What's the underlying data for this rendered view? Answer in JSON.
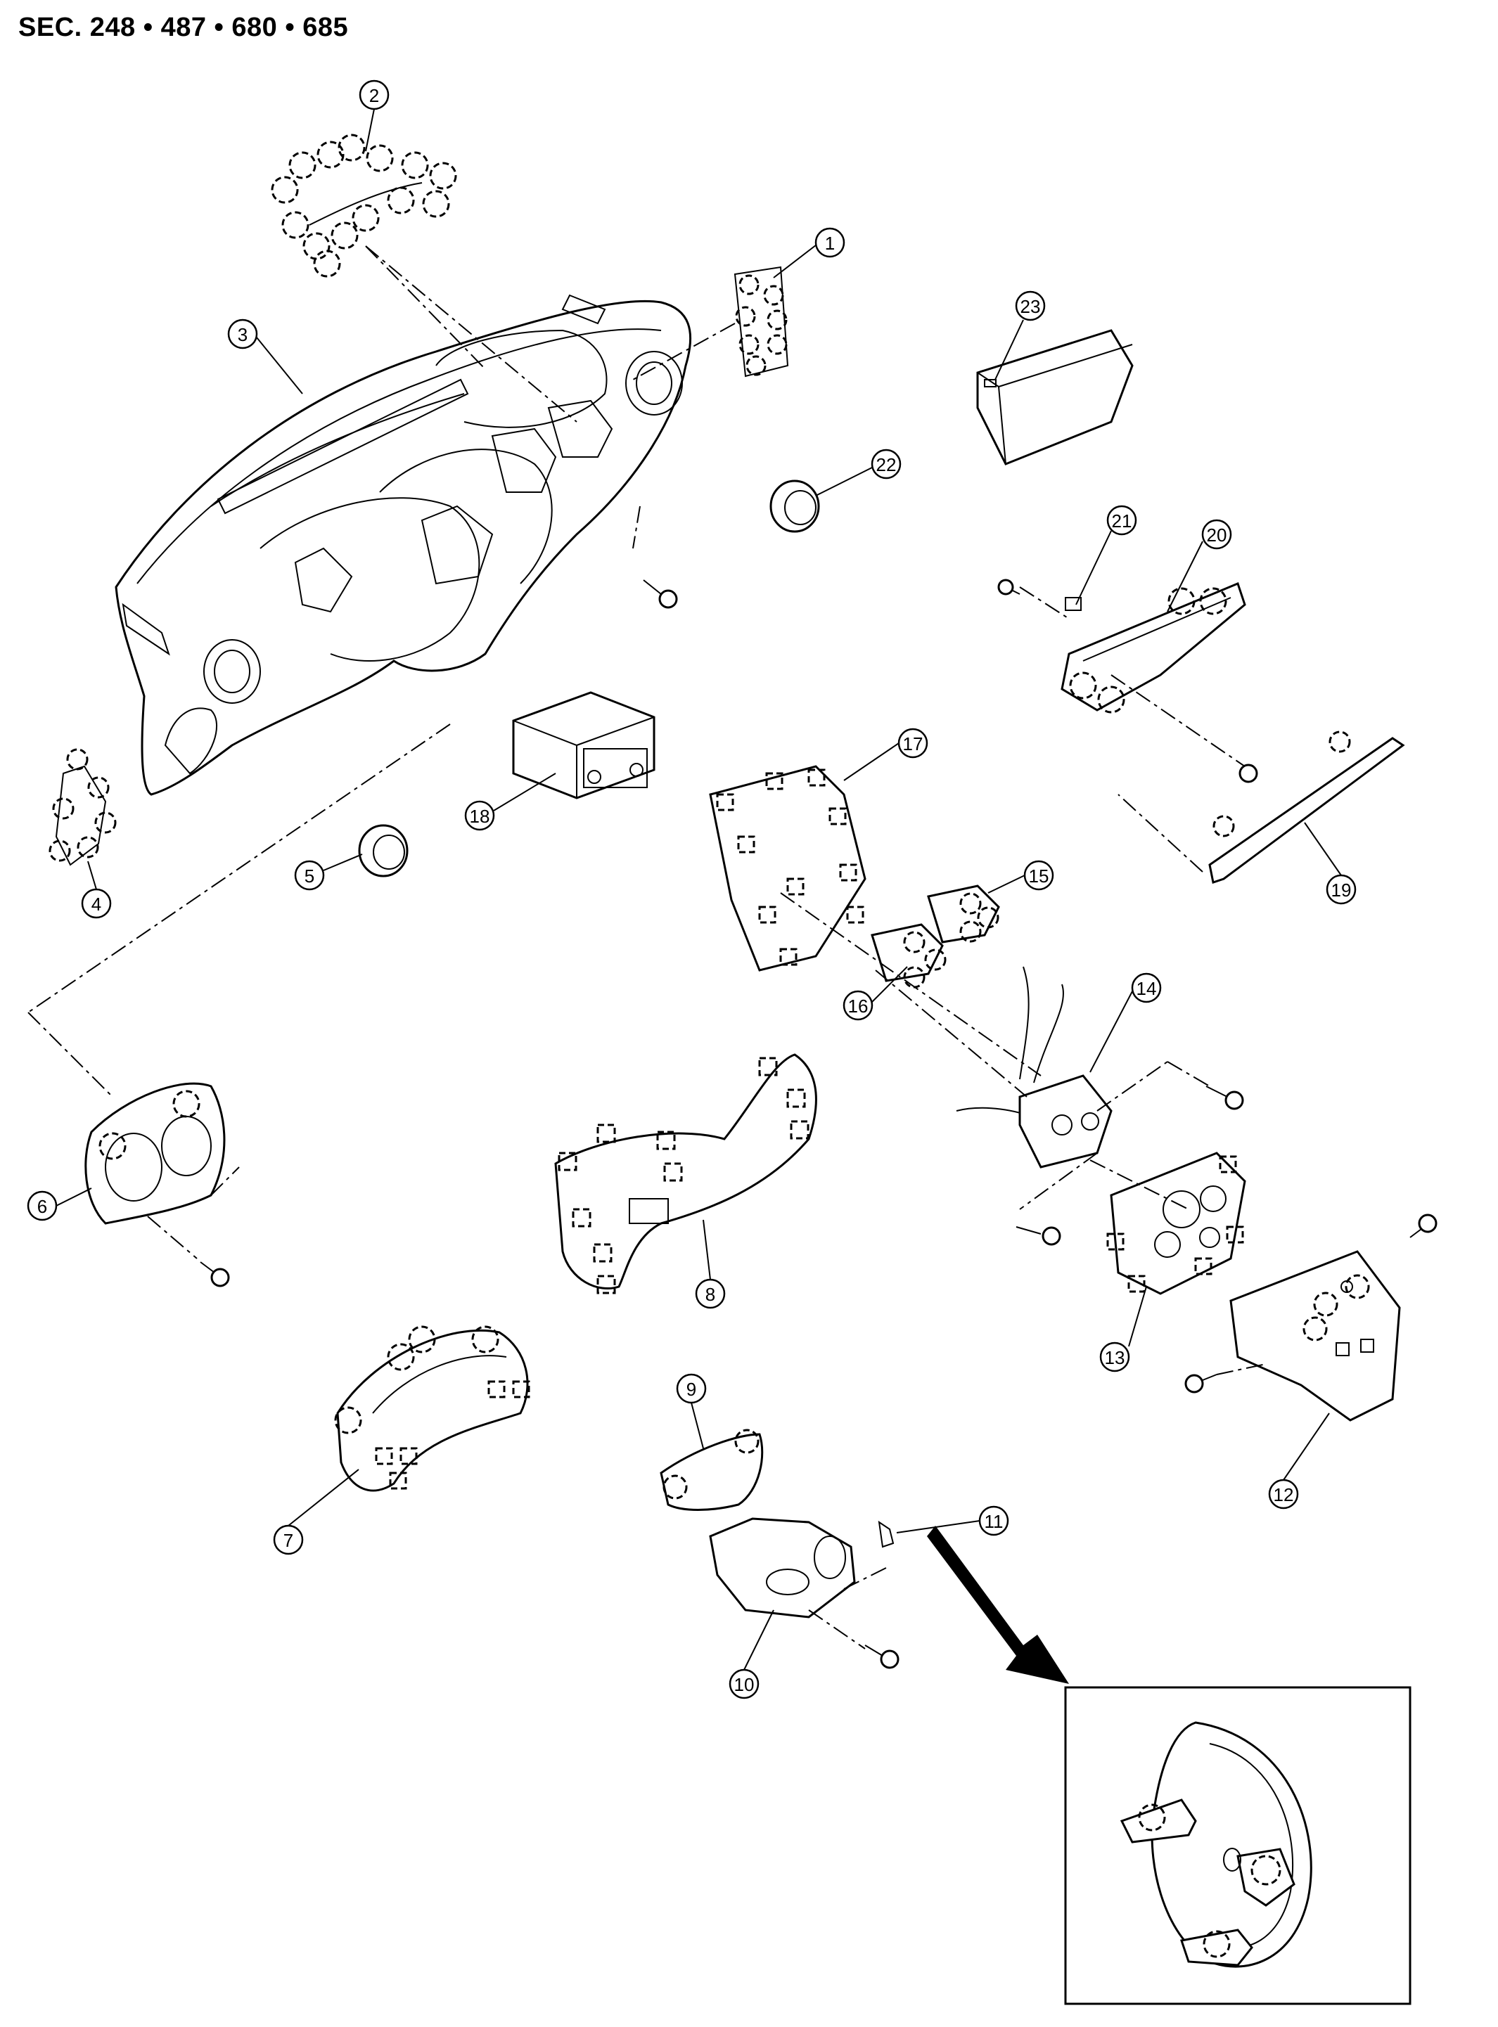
{
  "header": {
    "title": "SEC. 248 • 487 • 680 • 685"
  },
  "callouts": [
    {
      "id": "1",
      "label": "1"
    },
    {
      "id": "2",
      "label": "2"
    },
    {
      "id": "3",
      "label": "3"
    },
    {
      "id": "4",
      "label": "4"
    },
    {
      "id": "5",
      "label": "5"
    },
    {
      "id": "6",
      "label": "6"
    },
    {
      "id": "7",
      "label": "7"
    },
    {
      "id": "8",
      "label": "8"
    },
    {
      "id": "9",
      "label": "9"
    },
    {
      "id": "10",
      "label": "10"
    },
    {
      "id": "11",
      "label": "11"
    },
    {
      "id": "12",
      "label": "12"
    },
    {
      "id": "13",
      "label": "13"
    },
    {
      "id": "14",
      "label": "14"
    },
    {
      "id": "15",
      "label": "15"
    },
    {
      "id": "16",
      "label": "16"
    },
    {
      "id": "17",
      "label": "17"
    },
    {
      "id": "18",
      "label": "18"
    },
    {
      "id": "19",
      "label": "19"
    },
    {
      "id": "20",
      "label": "20"
    },
    {
      "id": "21",
      "label": "21"
    },
    {
      "id": "22",
      "label": "22"
    },
    {
      "id": "23",
      "label": "23"
    }
  ]
}
